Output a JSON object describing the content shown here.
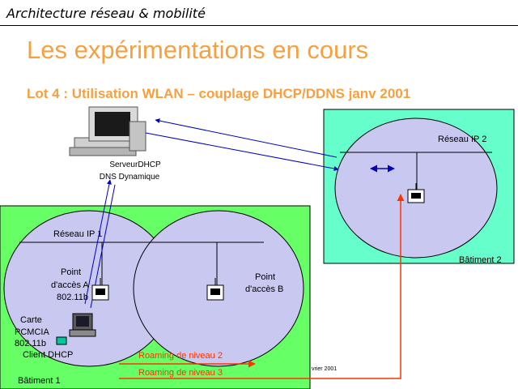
{
  "header": {
    "title": "Architecture réseau & mobilité"
  },
  "slide": {
    "title": "Les expérimentations en cours",
    "subtitle": "Lot 4 : Utilisation WLAN – couplage DHCP/DDNS janv 2001"
  },
  "diagram": {
    "server": {
      "line1": "ServeurDHCP",
      "line2": "DNS Dynamique"
    },
    "network1": {
      "label": "Réseau IP 1"
    },
    "network2": {
      "label": "Réseau IP 2"
    },
    "access_point_a": {
      "line1": "Point",
      "line2": "d'accès A",
      "line3": "802.11b"
    },
    "access_point_b": {
      "line1": "Point",
      "line2": "d'accès B"
    },
    "client": {
      "line1": "Carte",
      "line2": "PCMCIA",
      "line3": "802.11b",
      "line4": "Client DHCP"
    },
    "roaming": {
      "level2": "Roaming de niveau 2",
      "level3": "Roaming de niveau 3"
    },
    "building1": {
      "label": "Bâtiment 1"
    },
    "building2": {
      "label": "Bâtiment 2"
    },
    "footer_fragment": "vrier 2001"
  },
  "colors": {
    "title_orange": "#f7a040",
    "building_green": "#66ff66",
    "building_teal": "#66ffcc",
    "zone_lavender": "#c8c8f0",
    "link_blue": "#0000c0",
    "roaming_red": "#ff3300"
  }
}
